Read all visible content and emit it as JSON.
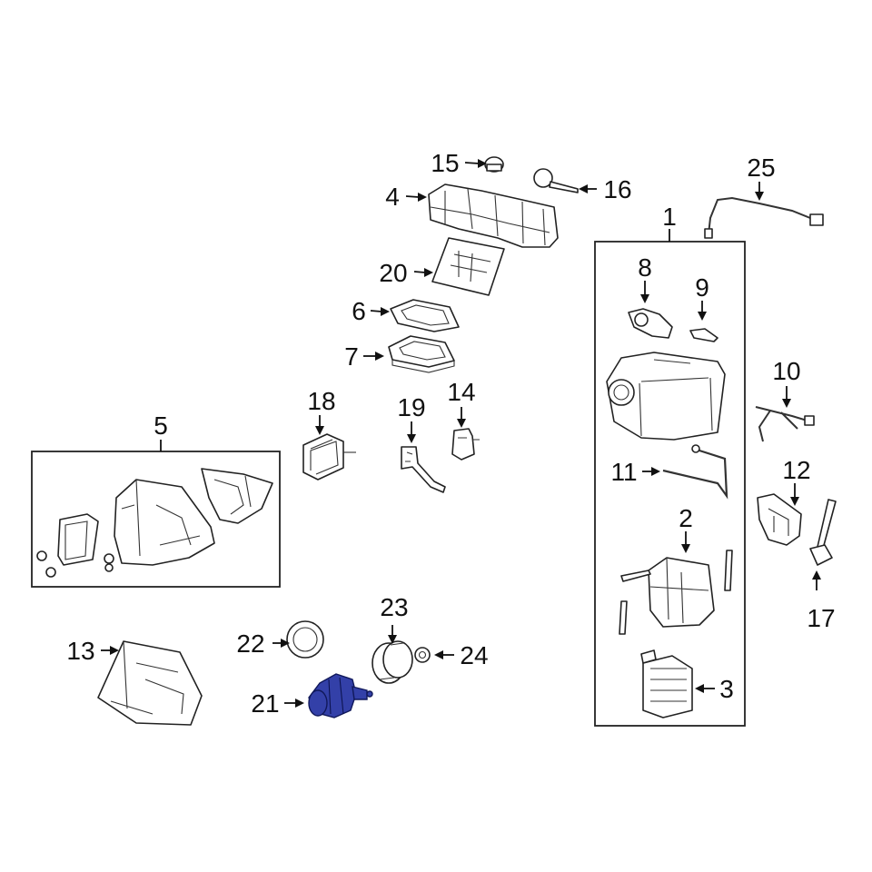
{
  "callouts": {
    "c1": "1",
    "c2": "2",
    "c3": "3",
    "c4": "4",
    "c5": "5",
    "c6": "6",
    "c7": "7",
    "c8": "8",
    "c9": "9",
    "c10": "10",
    "c11": "11",
    "c12": "12",
    "c13": "13",
    "c14": "14",
    "c15": "15",
    "c16": "16",
    "c17": "17",
    "c18": "18",
    "c19": "19",
    "c20": "20",
    "c21": "21",
    "c22": "22",
    "c23": "23",
    "c24": "24",
    "c25": "25"
  },
  "highlighted_part": "21",
  "colors": {
    "highlight": "#3340a8",
    "line": "#222222",
    "background": "#ffffff"
  }
}
